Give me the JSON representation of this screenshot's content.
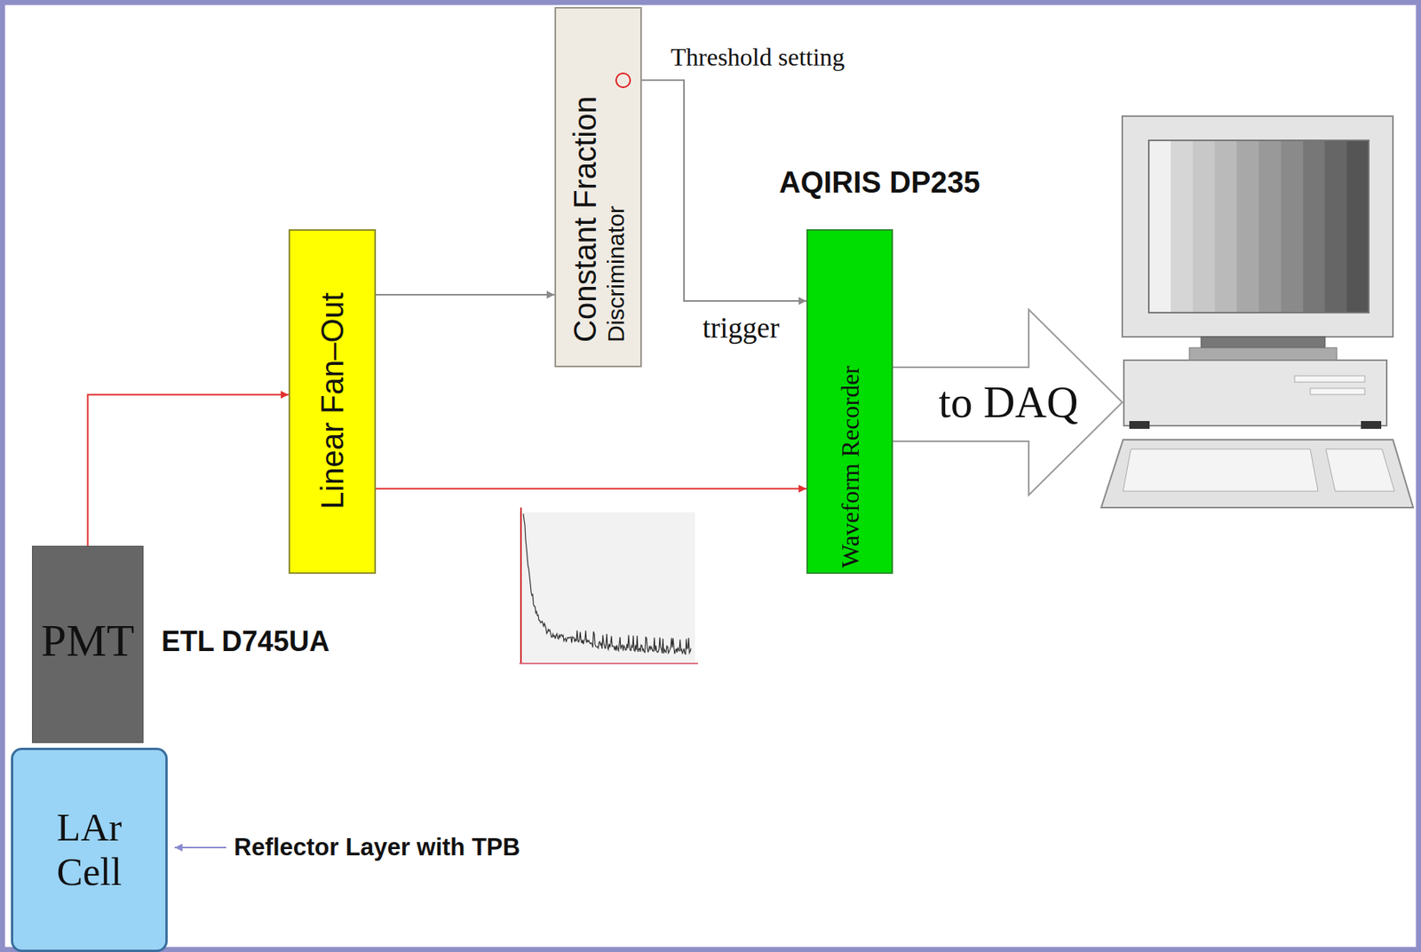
{
  "diagram": {
    "nodes": [
      {
        "text": [
          "Constant Fraction",
          "Discriminator"
        ]
      },
      {
        "text": [
          "Linear Fan–Out"
        ]
      },
      {
        "text": [
          "Waveform Recorder"
        ]
      },
      {
        "text": [
          "PMT"
        ]
      },
      {
        "text": [
          "LAr Cell"
        ]
      },
      {
        "text": [
          "to DAQ"
        ]
      }
    ],
    "edges": [
      {
        "from": 3,
        "to": 1,
        "arrow": "to"
      },
      {
        "from": 1,
        "to": 0,
        "arrow": "to"
      },
      {
        "from": 1,
        "to": 2,
        "arrow": "to"
      },
      {
        "from": 0,
        "to": 2,
        "label": "trigger",
        "arrow": "to"
      }
    ],
    "labels": [
      "Threshold setting",
      "AQIRIS DP235",
      "ETL D745UA",
      "Reflector Layer with TPB"
    ]
  }
}
